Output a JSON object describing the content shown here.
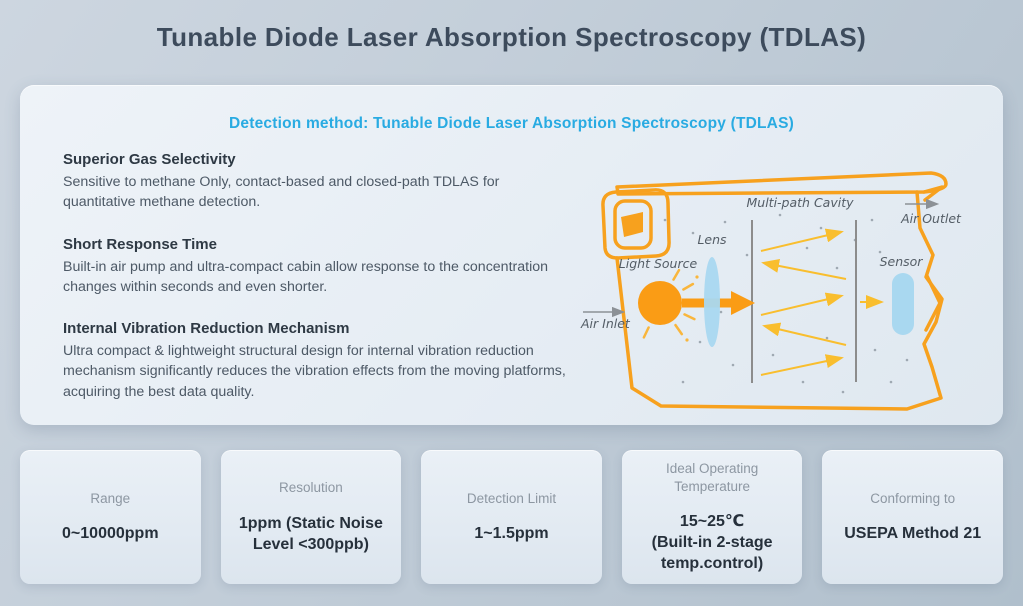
{
  "title": "Tunable Diode Laser Absorption Spectroscopy (TDLAS)",
  "panel": {
    "heading": "Detection method: Tunable Diode Laser Absorption Spectroscopy (TDLAS)",
    "features": [
      {
        "title": "Superior Gas Selectivity",
        "body": "Sensitive to methane Only, contact-based and closed-path TDLAS for quantitative methane detection."
      },
      {
        "title": "Short Response Time",
        "body": "Built-in air pump and ultra-compact cabin allow response to the concentration changes within seconds and even shorter."
      },
      {
        "title": "Internal Vibration Reduction Mechanism",
        "body": "Ultra compact & lightweight structural design for internal vibration reduction mechanism significantly reduces the vibration effects from the moving platforms, acquiring the best data quality."
      }
    ]
  },
  "diagram": {
    "labels": {
      "multi_path_cavity": "Multi-path Cavity",
      "air_outlet": "Air Outlet",
      "lens": "Lens",
      "light_source": "Light Source",
      "air_inlet": "Air Inlet",
      "sensor": "Sensor"
    },
    "colors": {
      "outline_orange": "#f7a11e",
      "beam_orange": "#fa9c15",
      "ray_yellow": "#f9be2e",
      "glass_blue": "#a9d8f0",
      "annotation_gray": "#8c9196"
    }
  },
  "specs": [
    {
      "label": "Range",
      "value": "0~10000ppm"
    },
    {
      "label": "Resolution",
      "value": "1ppm (Static Noise Level <300ppb)"
    },
    {
      "label": "Detection Limit",
      "value": "1~1.5ppm"
    },
    {
      "label": "Ideal Operating Temperature",
      "value": "15~25℃\n(Built-in 2-stage\ntemp.control)"
    },
    {
      "label": "Conforming to",
      "value": "USEPA Method 21"
    }
  ]
}
